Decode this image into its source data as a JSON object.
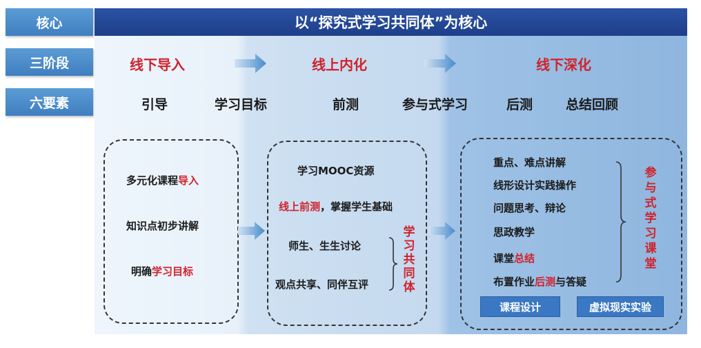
{
  "labels": {
    "core": "核心",
    "stages": "三阶段",
    "factors": "六要素"
  },
  "banner": "以“探究式学习共同体”为核心",
  "stages": [
    "线下导入",
    "线上内化",
    "线下深化"
  ],
  "factors": [
    "引导",
    "学习目标",
    "前测",
    "参与式学习",
    "后测",
    "总结回顾"
  ],
  "box1": {
    "item1": {
      "pre": "多元化课程",
      "hl": "导入"
    },
    "item2": "知识点初步讲解",
    "item3": {
      "pre": "明确",
      "hl": "学习目标"
    }
  },
  "box2": {
    "item1": "学习MOOC资源",
    "item2": {
      "hl": "线上前测",
      "post": "，掌握学生基础"
    },
    "item3": "师生、生生讨论",
    "item4": "观点共享、同伴互评",
    "vertical": [
      "学",
      "习",
      "共",
      "同",
      "体"
    ]
  },
  "box3": {
    "item1": "重点、难点讲解",
    "item2": "线形设计实践操作",
    "item3": "问题思考、辩论",
    "item4": "思政教学",
    "item5": {
      "pre": "课堂",
      "hl": "总结"
    },
    "item6": {
      "pre": "布置作业",
      "hl": "后测",
      "post": "与答疑"
    },
    "vertical": [
      "参",
      "与",
      "式",
      "学",
      "习",
      "课",
      "堂"
    ],
    "buttons": [
      "课程设计",
      "虚拟现实实验"
    ]
  },
  "colors": {
    "accent_red": "#d0222b",
    "banner_blue": "#1e3f8a",
    "label_blue": "#4a8ccc"
  }
}
